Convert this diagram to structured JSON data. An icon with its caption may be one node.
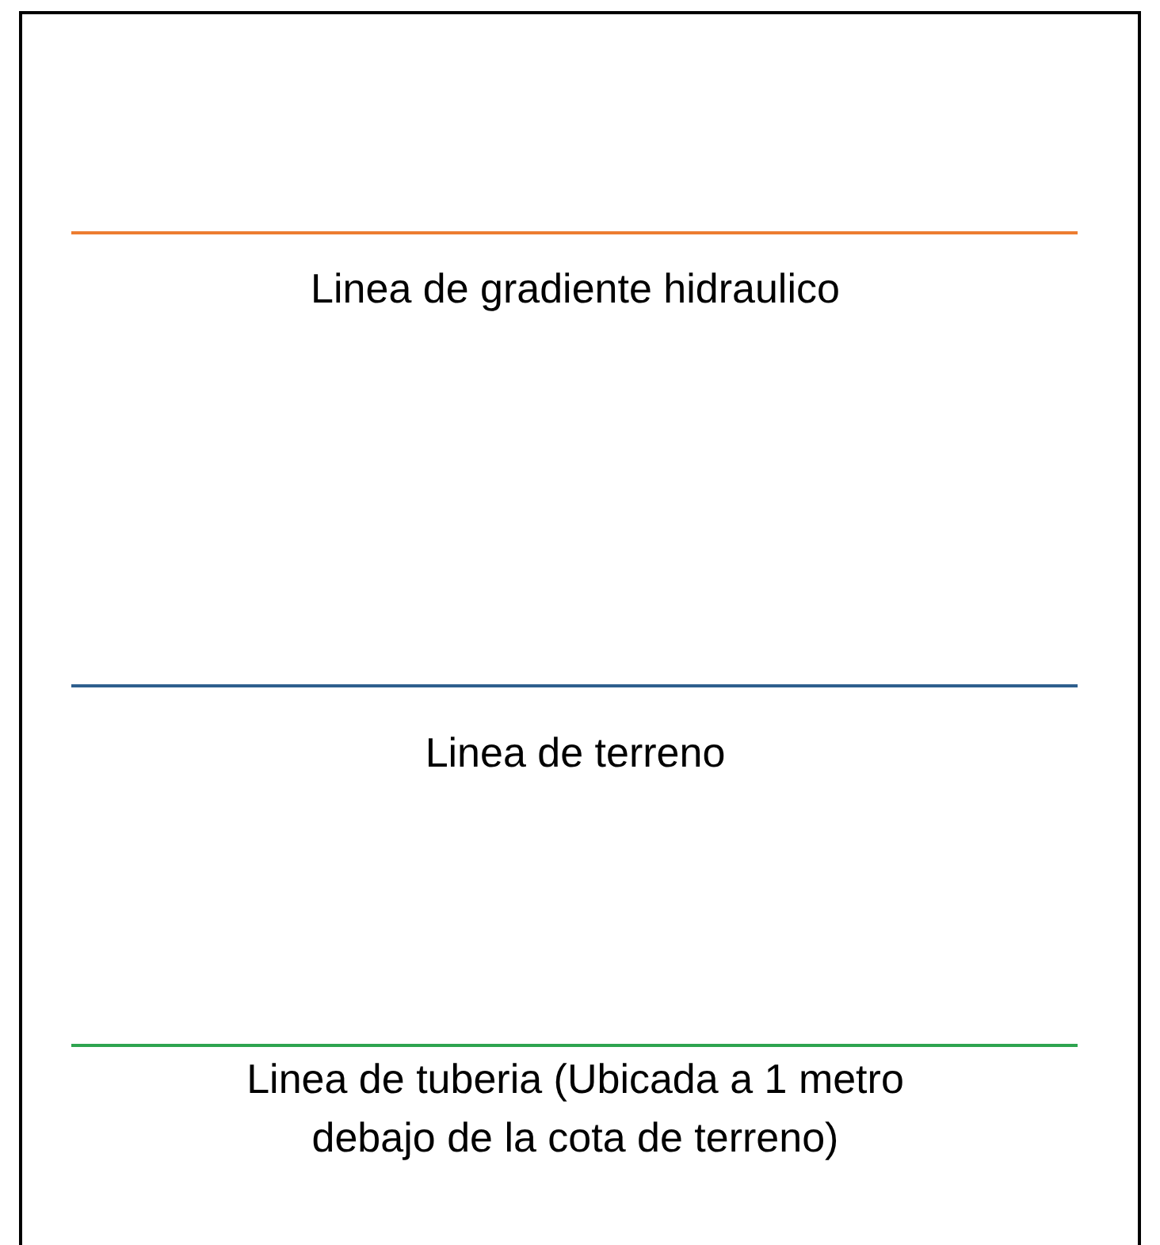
{
  "diagram": {
    "labels": [
      "Linea de gradiente hidraulico",
      "Linea de terreno",
      "Linea de tuberia (Ubicada a 1 metro debajo de la cota de terreno)"
    ]
  }
}
